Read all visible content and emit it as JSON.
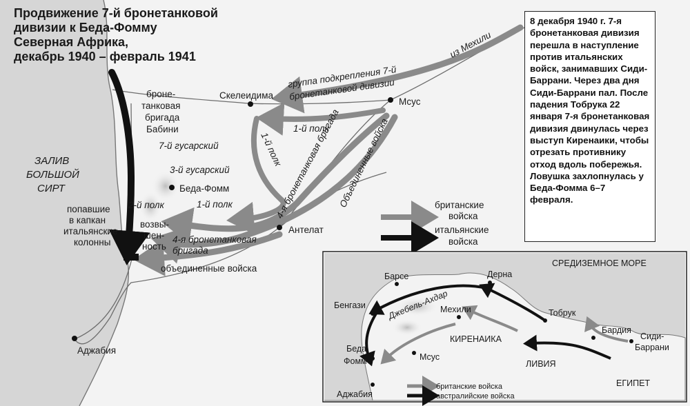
{
  "title": {
    "line1": "Продвижение 7-й бронетанковой",
    "line2": "дивизии к Беда-Фомму",
    "line3": "Северная Африка,",
    "line4": "декабрь 1940 – февраль 1941"
  },
  "info_box": {
    "text": "8 декабря 1940 г. 7-я бронетанковая дивизия перешла в наступление против итальянских войск, занимавших Сиди-Баррани. Через два дня Сиди-Баррани пал. После падения Тобрука 22 января 7-я бронетанковая дивизия двинулась через выступ Киренаики, чтобы отрезать противнику отход вдоль побережья. Ловушка захлопнулась у Беда-Фомма 6–7 февраля."
  },
  "places": {
    "skeleidima": "Скелеидима",
    "msus": "Мсус",
    "beda_fomm": "Беда-Фомм",
    "antelat": "Антелат",
    "adzhdabiya": "Аджабия"
  },
  "labels": {
    "gulf_1": "ЗАЛИВ",
    "gulf_2": "БОЛЬШОЙ",
    "gulf_3": "СИРТ",
    "iz_mekhili": "из Мехили",
    "support_group_1": "группа подкрепления 7-й",
    "support_group_2": "бронетанковой дивизии",
    "babini_1": "броне-",
    "babini_2": "танковая",
    "babini_3": "бригада",
    "babini_4": "Бабини",
    "hussar_7": "7-й гусарский",
    "hussar_3": "3-й гусарский",
    "regiment_1_upper": "1-й полк",
    "regiment_1_curve": "1-й полк",
    "regiment_1_lower": "1-й полк",
    "regiment_2": "2-й полк",
    "brigade_4_diag": "4-я бронетанковая бригада",
    "brigade_4_low_1": "4-я бронетанковая",
    "brigade_4_low_2": "бригада",
    "combined_diag": "Объединенные войска",
    "combined_bottom": "объединенные войска",
    "trapped_1": "попавшие",
    "trapped_2": "в капкан",
    "trapped_3": "итальянские",
    "trapped_4": "колонны",
    "height_1": "возвы-",
    "height_2": "шен-",
    "height_3": "ность"
  },
  "legend": {
    "british_1": "британские",
    "british_2": "войска",
    "italian_1": "итальянские",
    "italian_2": "войска"
  },
  "inset": {
    "sea": "СРЕДИЗЕМНОЕ МОРЕ",
    "barse": "Барсе",
    "derna": "Дерна",
    "benghazi": "Бенгази",
    "jebel": "Джебель-Ахдар",
    "mekhili": "Мехили",
    "tobruk": "Тобрук",
    "bardia": "Бардия",
    "sidi_1": "Сиди-",
    "sidi_2": "Баррани",
    "cyrenaica": "КИРЕНАИКА",
    "beda_1": "Беда",
    "beda_2": "Фомм",
    "msus": "Мсус",
    "libya": "ЛИВИЯ",
    "egypt": "ЕГИПЕТ",
    "adzhdabiya": "Аджабия",
    "legend_british": "британские войска",
    "legend_australian": "австралийские войска"
  },
  "colors": {
    "sea": "#d4d4d4",
    "land": "#f3f3f3",
    "british_arrow": "#8a8a8a",
    "italian_arrow": "#111111",
    "road": "#6d6d6d"
  }
}
